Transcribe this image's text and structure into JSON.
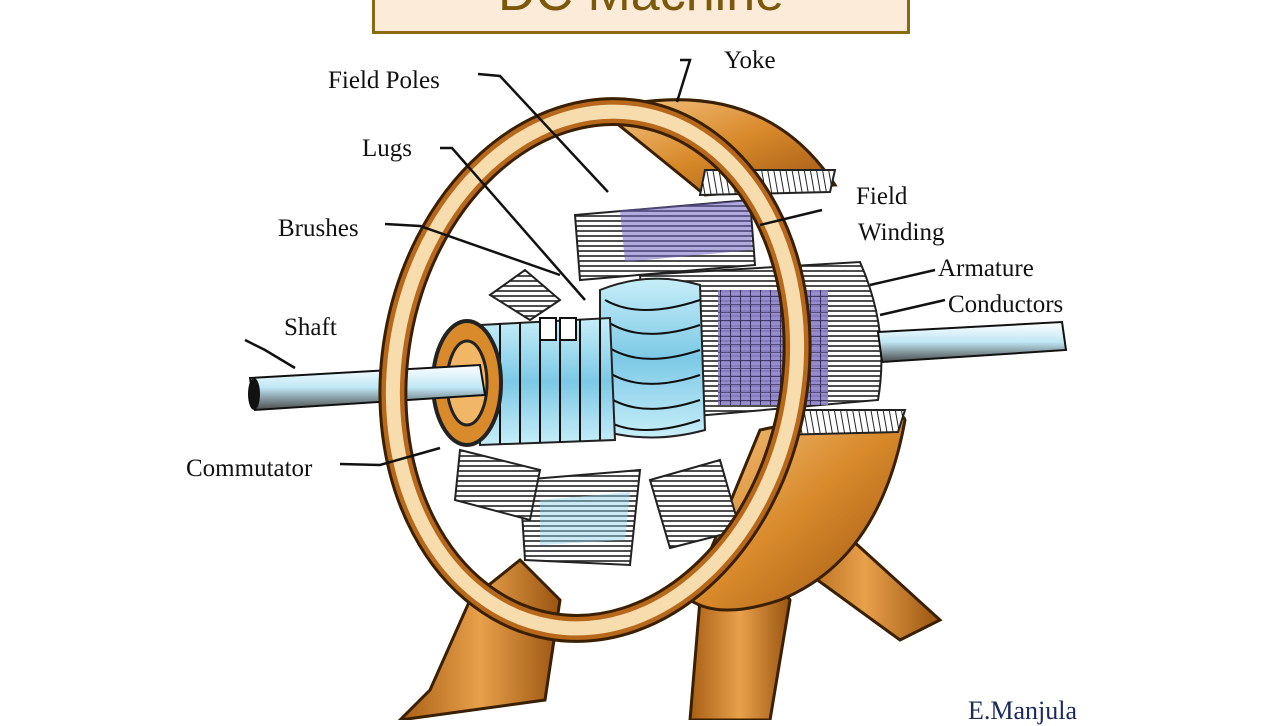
{
  "title": "DC Machine",
  "author": "E.Manjula",
  "labels": {
    "field_poles": "Field Poles",
    "yoke": "Yoke",
    "lugs": "Lugs",
    "field_winding_1": "Field",
    "field_winding_2": "Winding",
    "brushes": "Brushes",
    "armature_1": "Armature",
    "armature_2": "Conductors",
    "shaft": "Shaft",
    "commutator": "Commutator"
  },
  "colors": {
    "yoke_orange": "#d98a2b",
    "yoke_light": "#f7dcae",
    "armature_blue": "#8fd3ea",
    "armature_core": "#6a5fb0",
    "title_border": "#8a6a10",
    "title_bg": "#fcebd9"
  }
}
